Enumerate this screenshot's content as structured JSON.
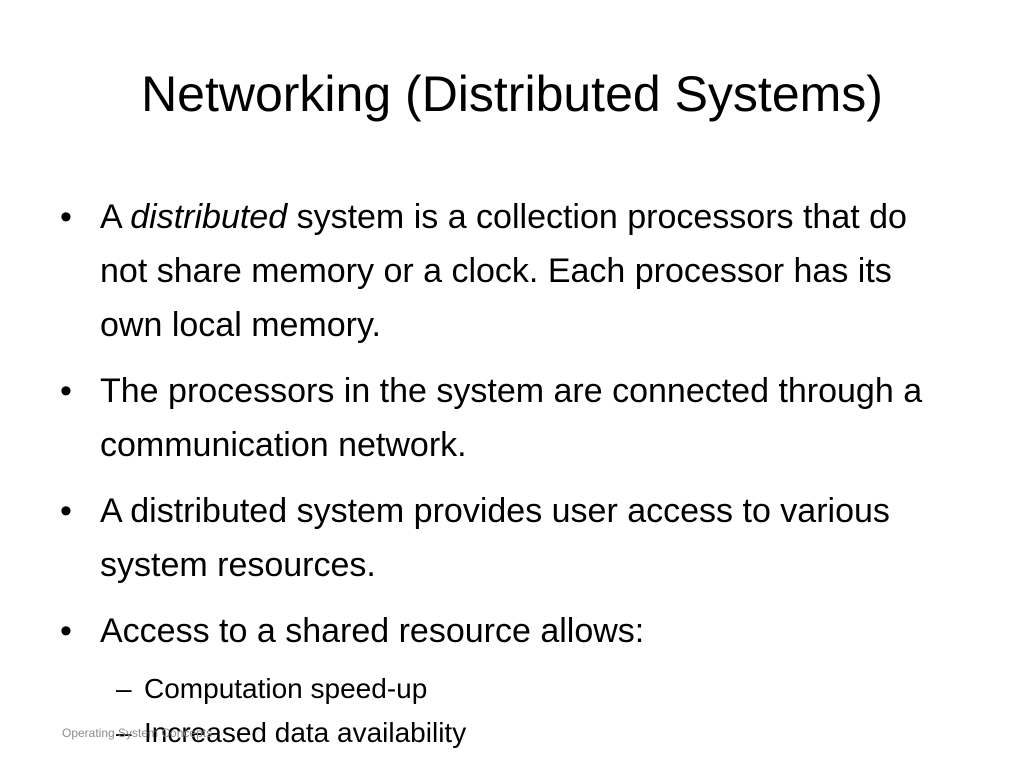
{
  "slide": {
    "title": "Networking (Distributed Systems)",
    "bullet_symbol": "•",
    "sub_bullet_symbol": "–",
    "bullets": [
      {
        "prefix": "A ",
        "emphasis": "distributed",
        "text": " system is a collection processors that do not share memory or a clock.  Each processor has its own local memory."
      },
      {
        "text": "The processors in the system are connected through a communication network."
      },
      {
        "text": "A distributed system provides user access to various system resources."
      },
      {
        "text": "Access to a shared resource allows:",
        "sub_items": [
          "Computation speed-up",
          "Increased data availability"
        ]
      }
    ],
    "footer": "Operating System Concepts"
  }
}
